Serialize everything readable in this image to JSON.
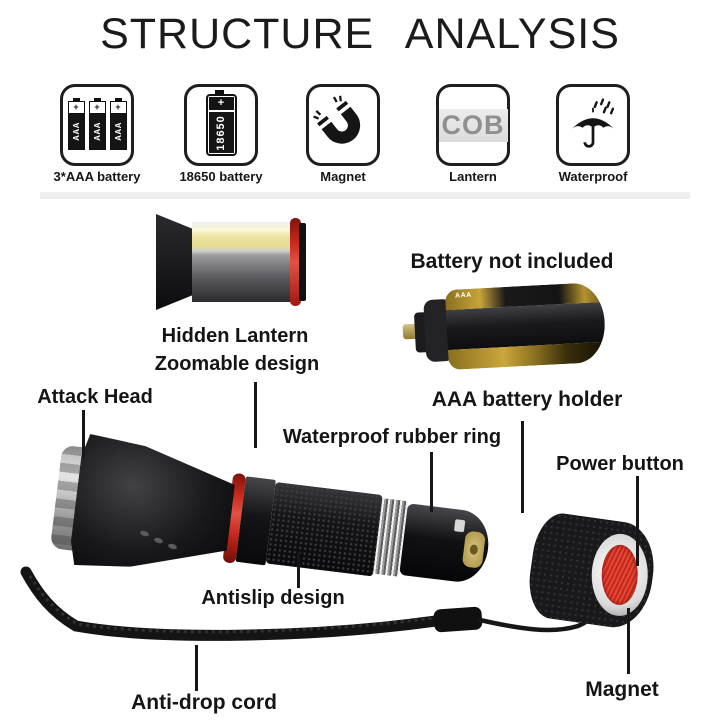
{
  "title": "STRUCTURE ANALYSIS",
  "features": [
    {
      "label": "3*AAA battery",
      "icon": "aaa-batteries-icon",
      "cell_text": "AAA",
      "plus": "+"
    },
    {
      "label": "18650 battery",
      "icon": "battery-18650-icon",
      "cell_text": "18650",
      "plus": "+"
    },
    {
      "label": "Magnet",
      "icon": "magnet-icon"
    },
    {
      "label": "Lantern",
      "icon": "cob-lantern-icon",
      "cell_text": "COB"
    },
    {
      "label": "Waterproof",
      "icon": "umbrella-rain-icon"
    }
  ],
  "callouts": {
    "hidden_lantern": "Hidden Lantern",
    "zoomable_design": "Zoomable design",
    "attack_head": "Attack Head",
    "waterproof_rubber_ring": "Waterproof rubber ring",
    "battery_not_included": "Battery not included",
    "aaa_battery_holder": "AAA battery holder",
    "power_button": "Power button",
    "antislip_design": "Antislip design",
    "anti_drop_cord": "Anti-drop cord",
    "magnet": "Magnet"
  },
  "holder_battery_marking": "AAA",
  "colors": {
    "red_ring": "#c2271d",
    "red_button": "#d62e20",
    "cob_strip": "#ece5a4",
    "brass": "#b49a52",
    "silver": "#c8c8c8",
    "ink": "#161616"
  }
}
